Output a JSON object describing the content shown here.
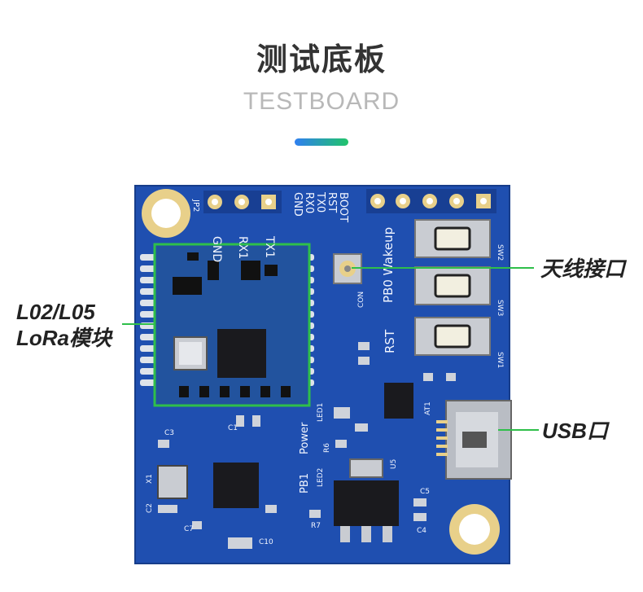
{
  "header": {
    "title": "测试底板",
    "subtitle": "TESTBOARD"
  },
  "colors": {
    "pcb": "#1f4fb0",
    "pcb_dark": "#183f93",
    "module_frame": "#2fbf4a",
    "gold": "#e8d08a",
    "accent_start": "#2f7ff0",
    "accent_end": "#21c46a"
  },
  "callouts": {
    "antenna": "天线接口",
    "lora_line1": "L02/L05",
    "lora_line2": "LoRa模块",
    "usb": "USB口"
  },
  "silkscreen": {
    "jp2": "JP2",
    "gnd1": "GND",
    "rx1": "RX1",
    "tx1": "TX1",
    "gnd2": "GND",
    "rx0": "RX0",
    "tx0": "TX0",
    "rst": "RST",
    "boot": "BOOT",
    "wakeup": "PB0 Wakeup",
    "rst_label": "RST",
    "power": "Power",
    "pb1": "PB1",
    "led1": "LED1",
    "led2": "LED2",
    "con": "CON",
    "sw1": "SW1",
    "sw2": "SW2",
    "sw3": "SW3",
    "x1": "X1",
    "u5": "U5",
    "c3": "C3",
    "c2": "C2",
    "c7": "C7",
    "c10": "C10",
    "c1": "C1",
    "c5": "C5",
    "c4": "C4",
    "r7": "R7",
    "r6": "R6",
    "at1": "AT1"
  }
}
